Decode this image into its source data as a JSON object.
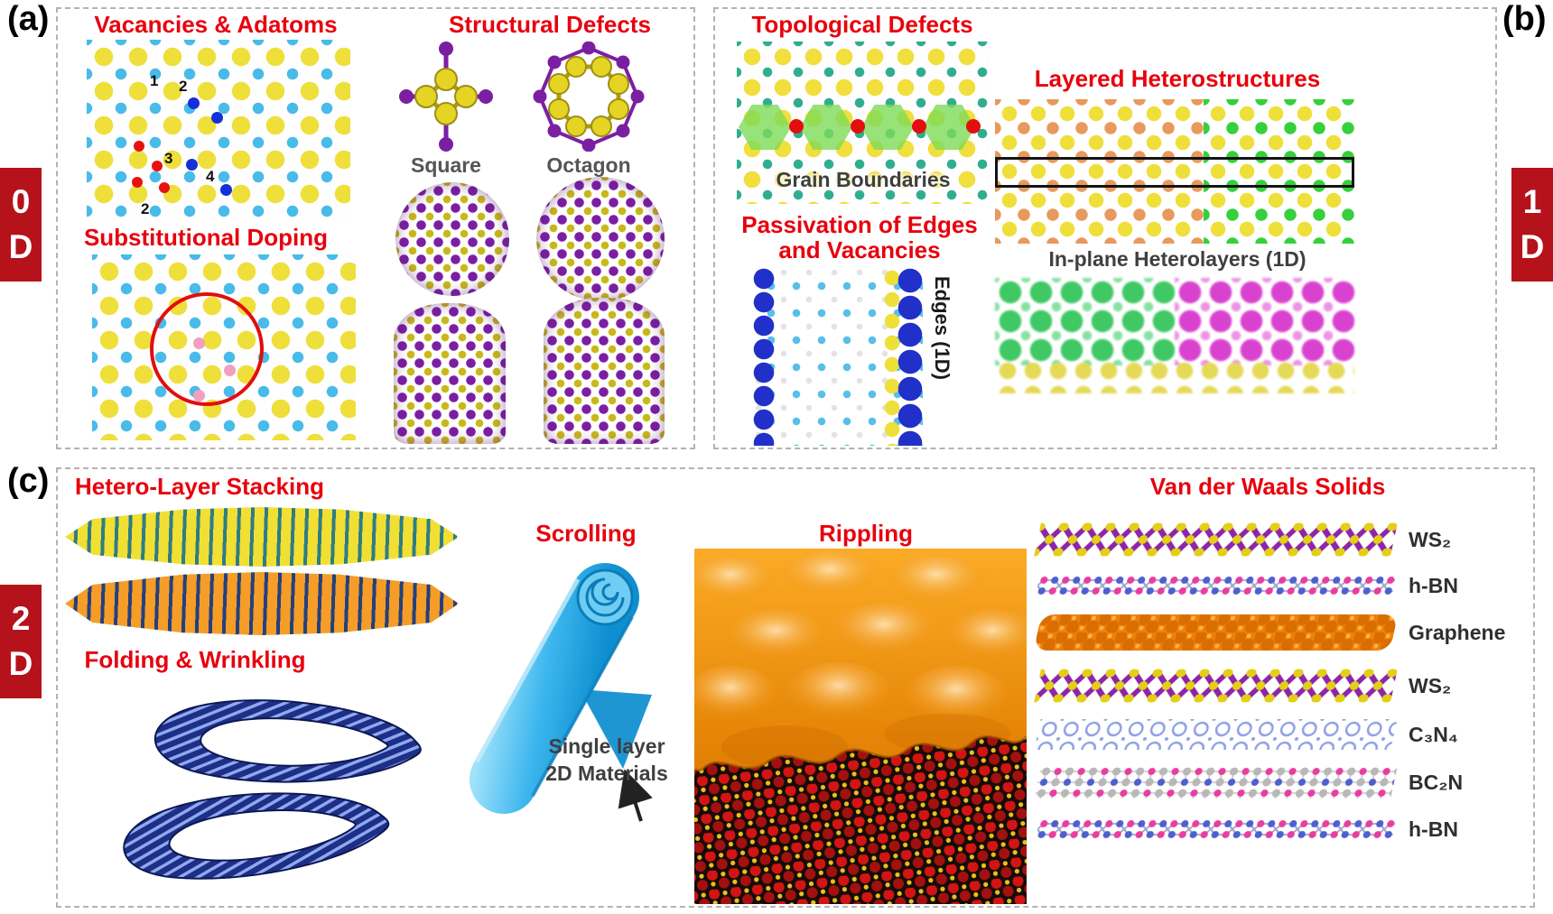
{
  "figure": {
    "panel_a_label": "(a)",
    "panel_b_label": "(b)",
    "panel_c_label": "(c)",
    "badges": {
      "d0": {
        "digit": "0",
        "letter": "D"
      },
      "d1": {
        "digit": "1",
        "letter": "D"
      },
      "d2": {
        "digit": "2",
        "letter": "D"
      }
    }
  },
  "panel_a": {
    "vacancies_title": "Vacancies & Adatoms",
    "doping_title": "Substitutional Doping",
    "structural_title": "Structural Defects",
    "square_label": "Square",
    "octagon_label": "Octagon",
    "defect_numbers": [
      "1",
      "2",
      "3",
      "4",
      "2"
    ]
  },
  "panel_b": {
    "topological_title": "Topological Defects",
    "grain_label": "Grain Boundaries",
    "passivation_line1": "Passivation of Edges",
    "passivation_line2": "and Vacancies",
    "edges_label": "Edges (1D)",
    "layered_title": "Layered Heterostructures",
    "inplane_label": "In-plane Heterolayers (1D)"
  },
  "panel_c": {
    "stacking_title": "Hetero-Layer Stacking",
    "folding_title": "Folding & Wrinkling",
    "scrolling_title": "Scrolling",
    "scroll_caption_line1": "Single layer",
    "scroll_caption_line2": "2D Materials",
    "rippling_title": "Rippling",
    "vdw_title": "Van der Waals Solids",
    "vdw_layers": [
      "WS₂",
      "h-BN",
      "Graphene",
      "WS₂",
      "C₃N₄",
      "BC₂N",
      "h-BN"
    ]
  },
  "colors": {
    "title_red": "#e8000d",
    "badge_red": "#b5121b"
  }
}
